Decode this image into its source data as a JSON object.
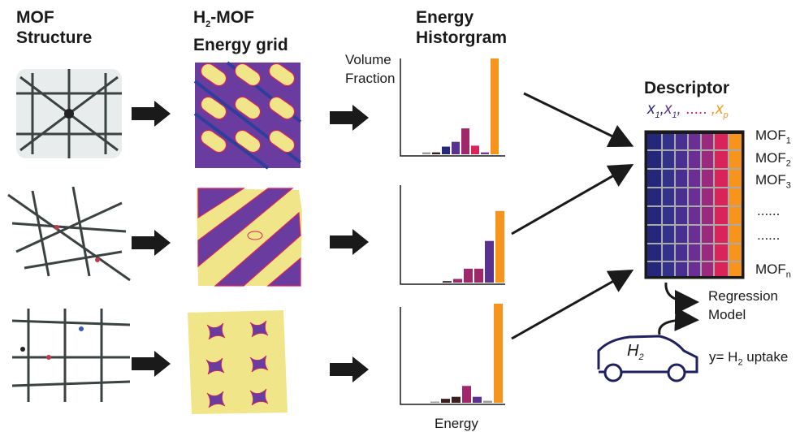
{
  "headers": {
    "col1_line1": "MOF",
    "col1_line2": "Structure",
    "col2_prefix": "H",
    "col2_sub": "2",
    "col2_suffix": "-MOF",
    "col2_line2": "Energy grid",
    "col3_line1": "Energy",
    "col3_line2": "Historgram",
    "descriptor": "Descriptor"
  },
  "histogram": {
    "ylabel_line1": "Volume",
    "ylabel_line2": "Fraction",
    "xlabel": "Energy"
  },
  "descriptor_vars": {
    "x1": "x",
    "x1_sub": "1",
    "x2": "x",
    "x2_sub": "1",
    "dots": ".....",
    "xp": "x",
    "xp_sub": "p"
  },
  "mof_labels": {
    "base": "MOF",
    "subs": [
      "1",
      "2",
      "3"
    ],
    "dots1": "......",
    "dots2": "......",
    "last_sub": "n"
  },
  "regression": {
    "line1": "Regression",
    "line2": "Model"
  },
  "car": {
    "label": "H",
    "sub": "2"
  },
  "target": {
    "prefix": "y= H",
    "sub": "2",
    "suffix": " uptake"
  },
  "colors": {
    "bars": [
      "#9a9a9a",
      "#3a1e1e",
      "#24277a",
      "#5a3090",
      "#a0286a",
      "#d9245a",
      "#f7941d"
    ],
    "accent_orange": "#f7941d",
    "grid_purple": "#6a3ca0",
    "grid_yellow": "#f1e58a"
  },
  "chart_data": [
    {
      "type": "bar",
      "name_hint": "histogram-1",
      "values": [
        0.02,
        0.02,
        0.08,
        0.13,
        0.27,
        0.09,
        0.02,
        1.0
      ]
    },
    {
      "type": "bar",
      "name_hint": "histogram-2",
      "values": [
        0.02,
        0.05,
        0.19,
        0.19,
        0.57,
        0.98
      ]
    },
    {
      "type": "bar",
      "name_hint": "histogram-3",
      "values": [
        0.01,
        0.04,
        0.06,
        0.17,
        0.06,
        0.02,
        1.0
      ]
    }
  ]
}
